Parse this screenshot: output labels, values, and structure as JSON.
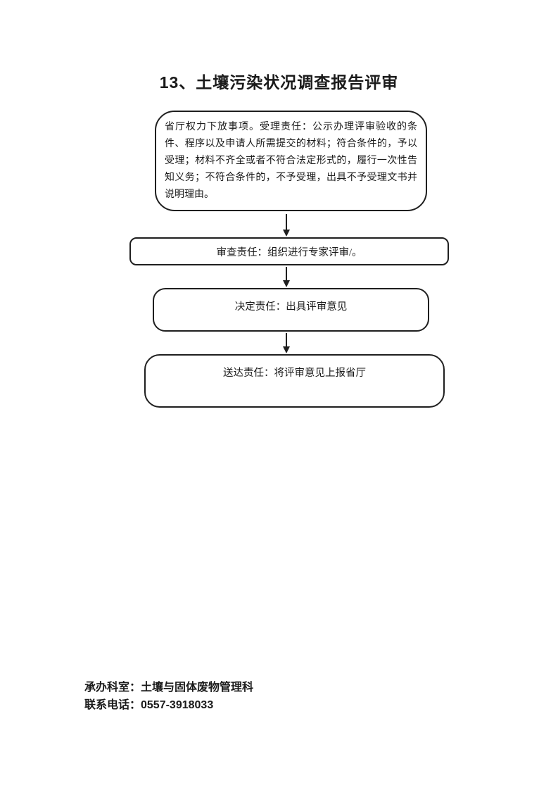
{
  "page": {
    "title": "13、土壤污染状况调查报告评审"
  },
  "flowchart": {
    "steps": [
      {
        "text": "省厅权力下放事项。受理责任：公示办理评审验收的条件、程序以及申请人所需提交的材料；符合条件的，予以受理；材料不齐全或者不符合法定形式的，履行一次性告知义务；不符合条件的，不予受理，出具不予受理文书并说明理由。"
      },
      {
        "text": "审查责任：组织进行专家评审/。"
      },
      {
        "text": "决定责任：出具评审意见"
      },
      {
        "text": "送达责任：将评审意见上报省厅"
      }
    ]
  },
  "footer": {
    "department": "承办科室：土壤与固体废物管理科",
    "phone": "联系电话：0557-3918033"
  },
  "colors": {
    "ink": "#1a1a1a",
    "background": "#ffffff"
  }
}
